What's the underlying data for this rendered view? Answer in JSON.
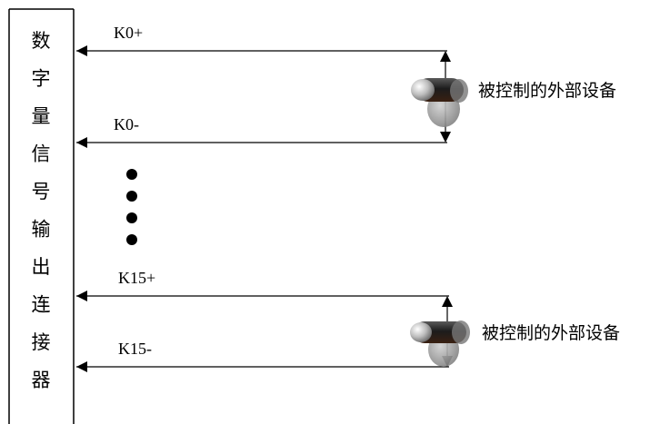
{
  "connector": {
    "label": "数字量信号输出连接器"
  },
  "channels": [
    {
      "name": "K0",
      "plus": "K0+",
      "minus": "K0-",
      "device": "被控制的外部设备"
    },
    {
      "name": "K15",
      "plus": "K15+",
      "minus": "K15-",
      "device": "被控制的外部设备"
    }
  ],
  "ellipsis_dots": 4,
  "colors": {
    "line": "#000000",
    "switch_light": "#c8c8c8",
    "switch_dark": "#1a1a1a",
    "switch_shadow": "#9a9a9a",
    "switch_lever": "#8a3a1e"
  }
}
